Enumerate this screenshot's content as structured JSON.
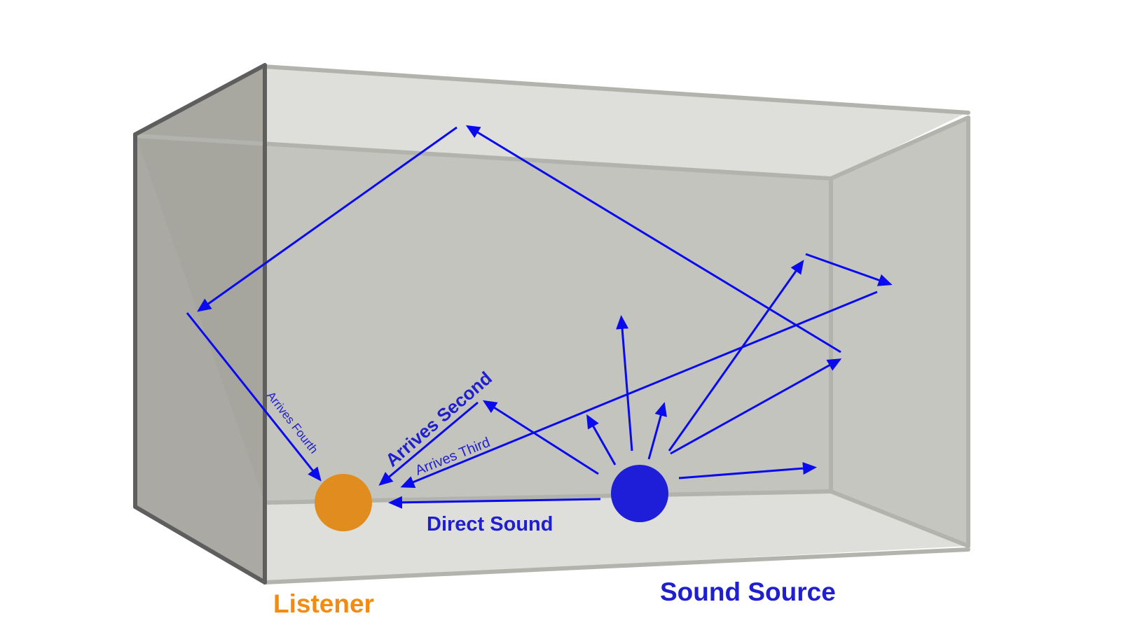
{
  "title": "Sound Reflections in a Room",
  "colors": {
    "ray": "#0a0aef",
    "source": "#1e1ed8",
    "listener": "#e08c1e",
    "listener_label": "#f58a10",
    "source_label": "#1f1fd0",
    "edge_dark": "#5e5e5e",
    "edge_light": "#b6b6b2",
    "wall_back": "#c4c4be",
    "wall_left": "#a3a29b",
    "wall_right": "#c6c6c0",
    "ceiling": "#dededa",
    "floor": "#dededa"
  },
  "room": {
    "name": "room"
  },
  "entities": {
    "listener": {
      "label": "Listener"
    },
    "source": {
      "label": "Sound Source"
    }
  },
  "paths": [
    {
      "id": "direct",
      "label": "Direct Sound",
      "order": 1
    },
    {
      "id": "second",
      "label": "Arrives Second",
      "order": 2
    },
    {
      "id": "third",
      "label": "Arrives Third",
      "order": 3
    },
    {
      "id": "fourth",
      "label": "Arrives Fourth",
      "order": 4
    }
  ]
}
